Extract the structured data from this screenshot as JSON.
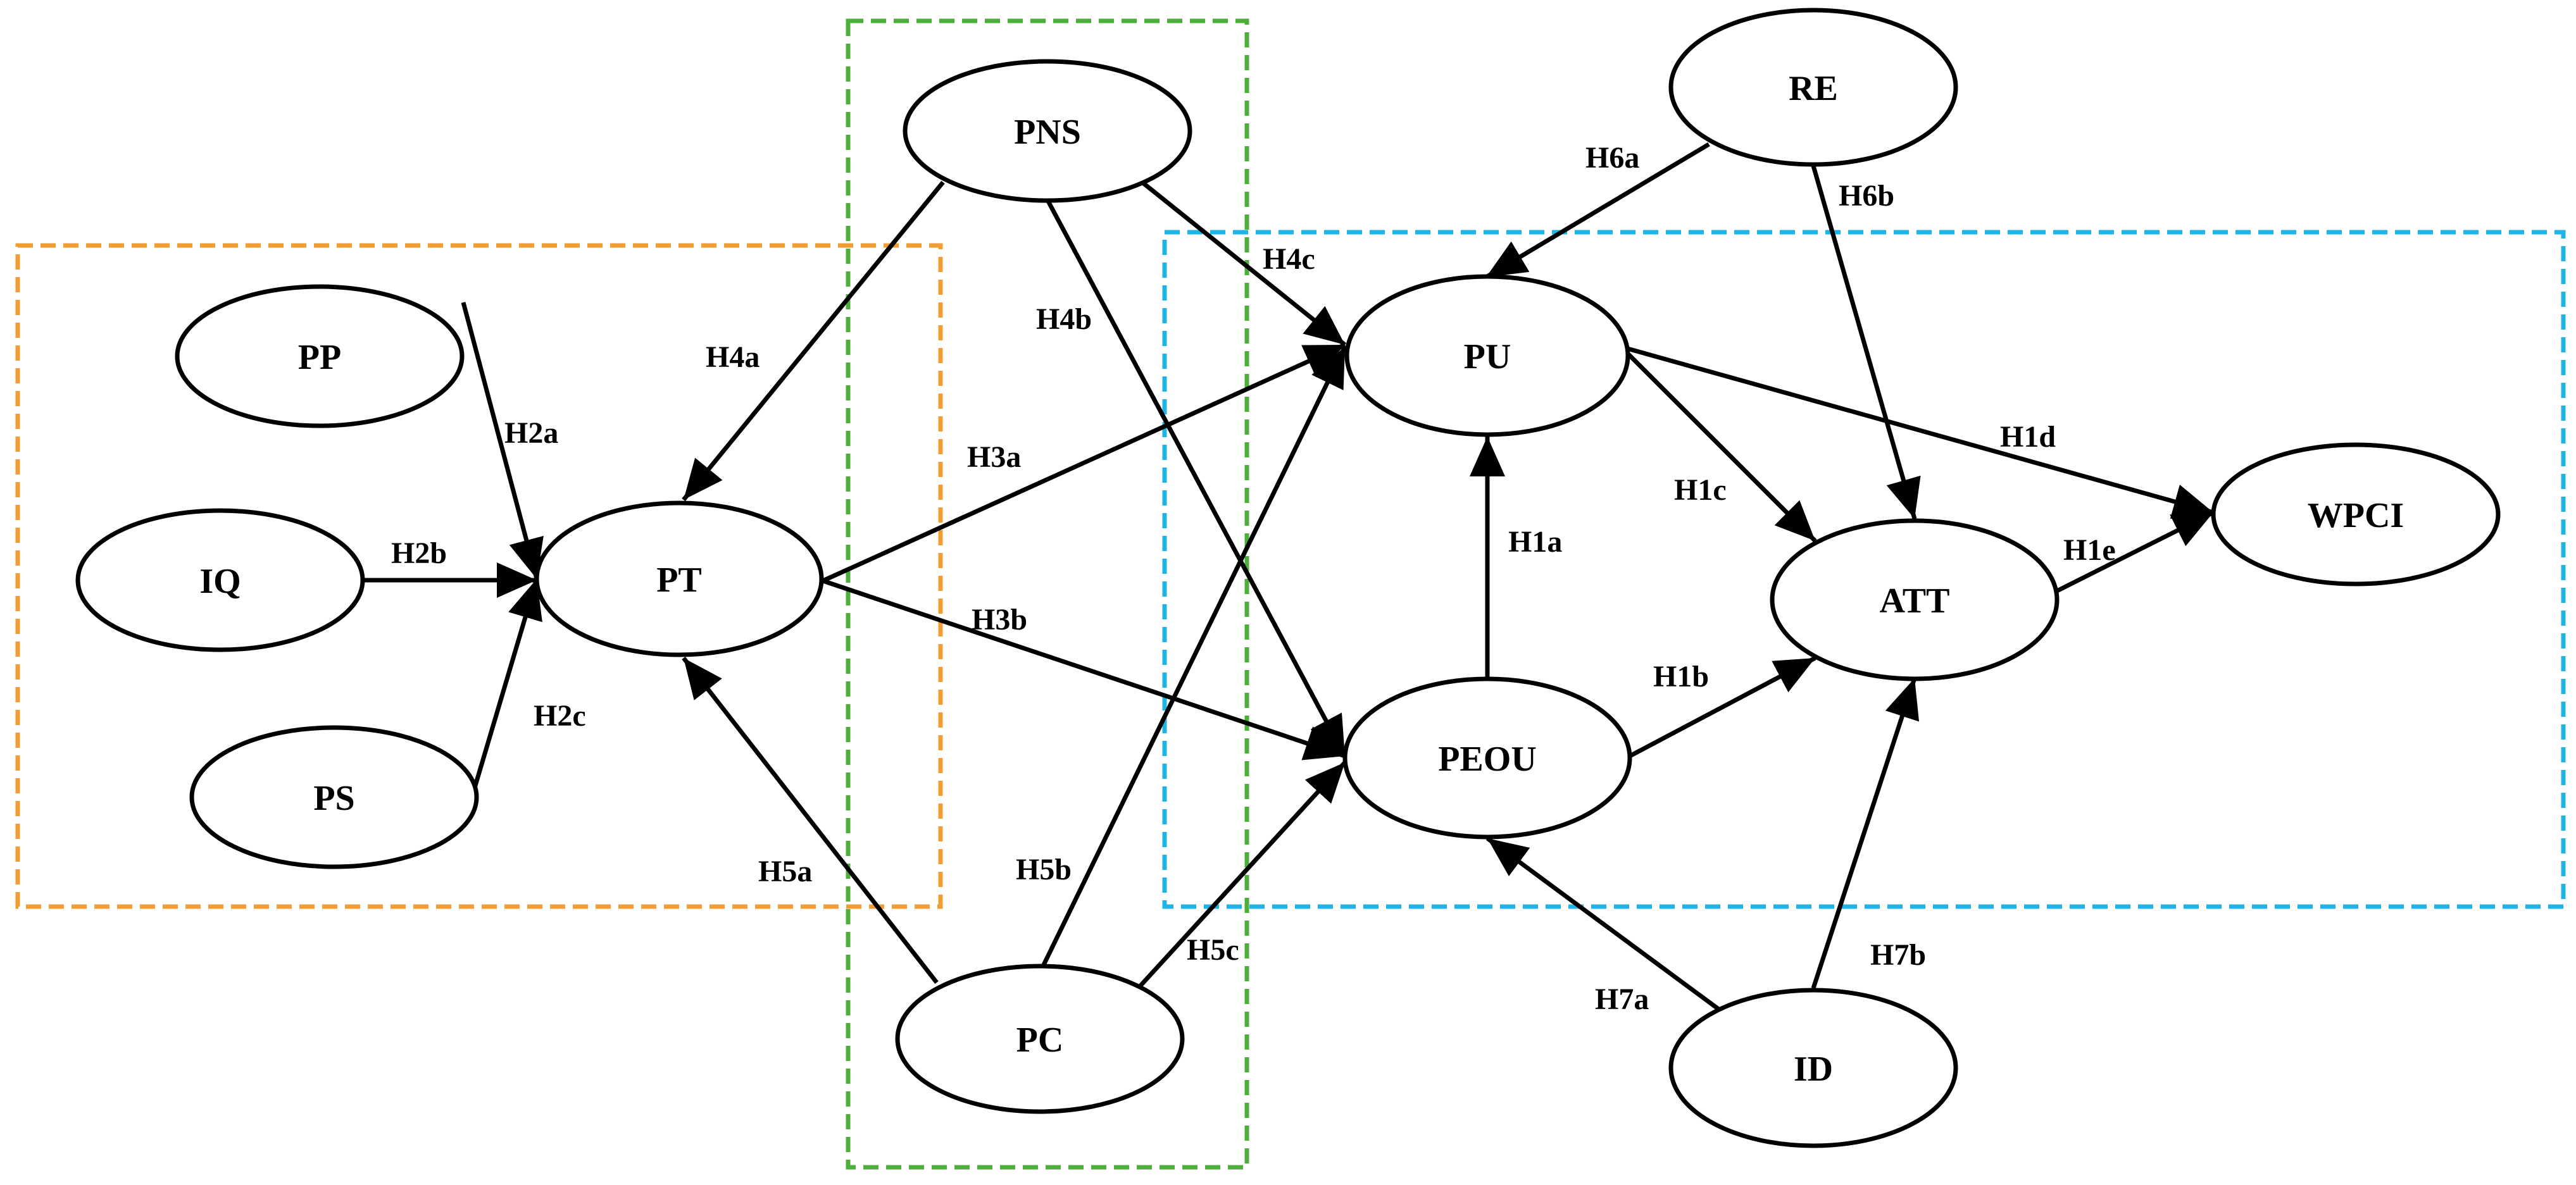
{
  "colors": {
    "left_group": "#f39c34",
    "middle_group": "#4caf3a",
    "right_group": "#20b4e6",
    "line": "#000000"
  },
  "nodes": [
    {
      "id": "pp",
      "label": "PP"
    },
    {
      "id": "iq",
      "label": "IQ"
    },
    {
      "id": "ps",
      "label": "PS"
    },
    {
      "id": "pt",
      "label": "PT"
    },
    {
      "id": "pns",
      "label": "PNS"
    },
    {
      "id": "pc",
      "label": "PC"
    },
    {
      "id": "re",
      "label": "RE"
    },
    {
      "id": "pu",
      "label": "PU"
    },
    {
      "id": "peou",
      "label": "PEOU"
    },
    {
      "id": "att",
      "label": "ATT"
    },
    {
      "id": "wpci",
      "label": "WPCI"
    },
    {
      "id": "id",
      "label": "ID"
    }
  ],
  "edges": [
    {
      "id": "h1a",
      "from": "peou",
      "to": "pu",
      "label": "H1a"
    },
    {
      "id": "h1b",
      "from": "peou",
      "to": "att",
      "label": "H1b"
    },
    {
      "id": "h1c",
      "from": "pu",
      "to": "att",
      "label": "H1c"
    },
    {
      "id": "h1d",
      "from": "pu",
      "to": "wpci",
      "label": "H1d"
    },
    {
      "id": "h1e",
      "from": "att",
      "to": "wpci",
      "label": "H1e"
    },
    {
      "id": "h2a",
      "from": "pp",
      "to": "pt",
      "label": "H2a"
    },
    {
      "id": "h2b",
      "from": "iq",
      "to": "pt",
      "label": "H2b"
    },
    {
      "id": "h2c",
      "from": "ps",
      "to": "pt",
      "label": "H2c"
    },
    {
      "id": "h3a",
      "from": "pt",
      "to": "pu",
      "label": "H3a"
    },
    {
      "id": "h3b",
      "from": "pt",
      "to": "peou",
      "label": "H3b"
    },
    {
      "id": "h4a",
      "from": "pns",
      "to": "pt",
      "label": "H4a"
    },
    {
      "id": "h4b",
      "from": "pns",
      "to": "peou",
      "label": "H4b"
    },
    {
      "id": "h4c",
      "from": "pns",
      "to": "pu",
      "label": "H4c"
    },
    {
      "id": "h5a",
      "from": "pc",
      "to": "pt",
      "label": "H5a"
    },
    {
      "id": "h5b",
      "from": "pc",
      "to": "pu",
      "label": "H5b"
    },
    {
      "id": "h5c",
      "from": "pc",
      "to": "peou",
      "label": "H5c"
    },
    {
      "id": "h6a",
      "from": "re",
      "to": "pu",
      "label": "H6a"
    },
    {
      "id": "h6b",
      "from": "re",
      "to": "att",
      "label": "H6b"
    },
    {
      "id": "h7a",
      "from": "id",
      "to": "peou",
      "label": "H7a"
    },
    {
      "id": "h7b",
      "from": "id",
      "to": "att",
      "label": "H7b"
    }
  ]
}
